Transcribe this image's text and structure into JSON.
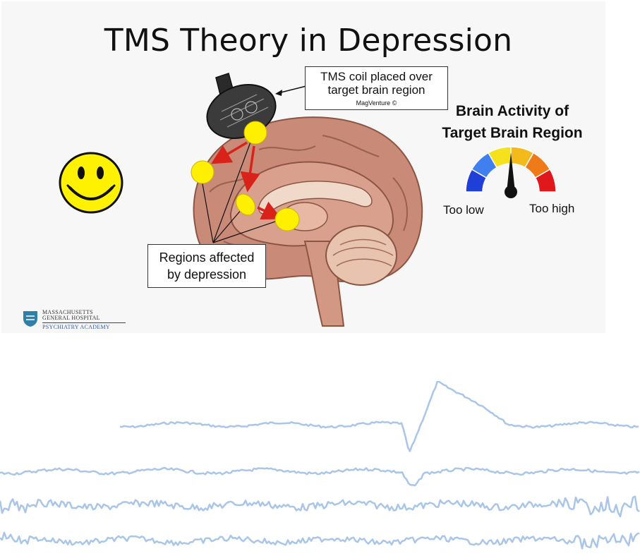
{
  "slide": {
    "title": "TMS Theory in Depression",
    "coil_callout": {
      "line1": "TMS coil placed over",
      "line2": "target brain region",
      "credit": "MagVenture ©"
    },
    "regions_callout": {
      "line1": "Regions affected",
      "line2": "by depression"
    },
    "gauge": {
      "title_line1": "Brain Activity of",
      "title_line2": "Target Brain Region",
      "low_label": "Too low",
      "high_label": "Too high",
      "segment_colors": [
        "#1f3fd6",
        "#3f7fef",
        "#f6e21c",
        "#f4ba1c",
        "#ee7a18",
        "#e0181c"
      ],
      "needle_level": 0.5
    },
    "logo": {
      "line1": "MASSACHUSETTS",
      "line2": "GENERAL HOSPITAL",
      "line3": "PSYCHIATRY ACADEMY"
    },
    "colors": {
      "region_highlight": "#ffef00",
      "arrow": "#d8221a",
      "brain": "#c98a78",
      "smiley": "#fff200"
    }
  },
  "eeg": {
    "trace_color": "#a9c6e8",
    "trace_count": 4
  }
}
